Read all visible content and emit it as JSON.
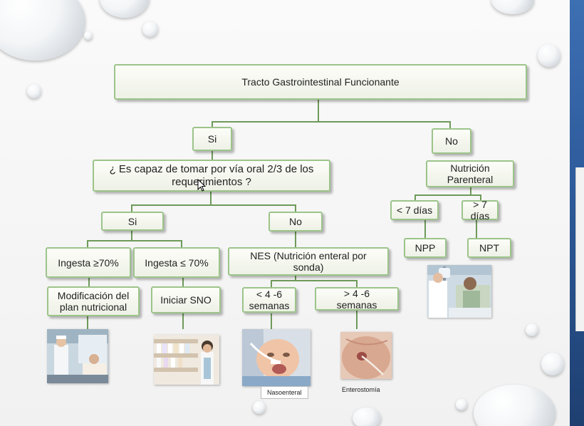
{
  "diagram": {
    "root": "Tracto Gastrointestinal Funcionante",
    "left": {
      "label": "Si",
      "question": "¿ Es capaz de tomar por vía oral 2/3 de los requerimientos ?",
      "yes": {
        "label": "Si",
        "ingesta_high": "Ingesta ≥70%",
        "ingesta_low": "Ingesta ≤ 70%",
        "action_high": "Modificación del plan nutricional",
        "action_low": "Iniciar SNO"
      },
      "no": {
        "label": "No",
        "nes": "NES (Nutrición enteral por sonda)",
        "short": "< 4 -6 semanas",
        "long": "> 4 -6 semanas",
        "caption_short": "Nasoenteral",
        "caption_long": "Enterostomía"
      }
    },
    "right": {
      "label": "No",
      "parenteral": "Nutrición Parenteral",
      "short": "< 7 días",
      "long": "> 7 días",
      "short_result": "NPP",
      "long_result": "NPT"
    }
  },
  "colors": {
    "box_border": "#9cc48a",
    "connector": "#6e9a5a",
    "side_bar": "#2d5a9a"
  }
}
